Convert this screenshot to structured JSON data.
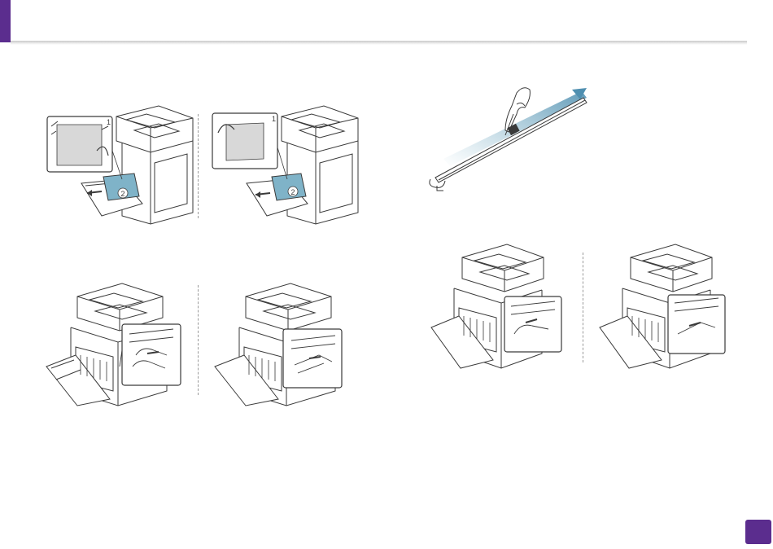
{
  "colors": {
    "accent": "#5b2d8e",
    "line": "#3a3a3a",
    "highlight": "#7fb3c8",
    "rule": "#cfcfcf"
  },
  "figures": {
    "step_top_left_a": {
      "callouts": [
        "1",
        "2"
      ]
    },
    "step_top_left_b": {
      "callouts": [
        "1",
        "2"
      ]
    }
  },
  "page_badge": {
    "label": ""
  }
}
